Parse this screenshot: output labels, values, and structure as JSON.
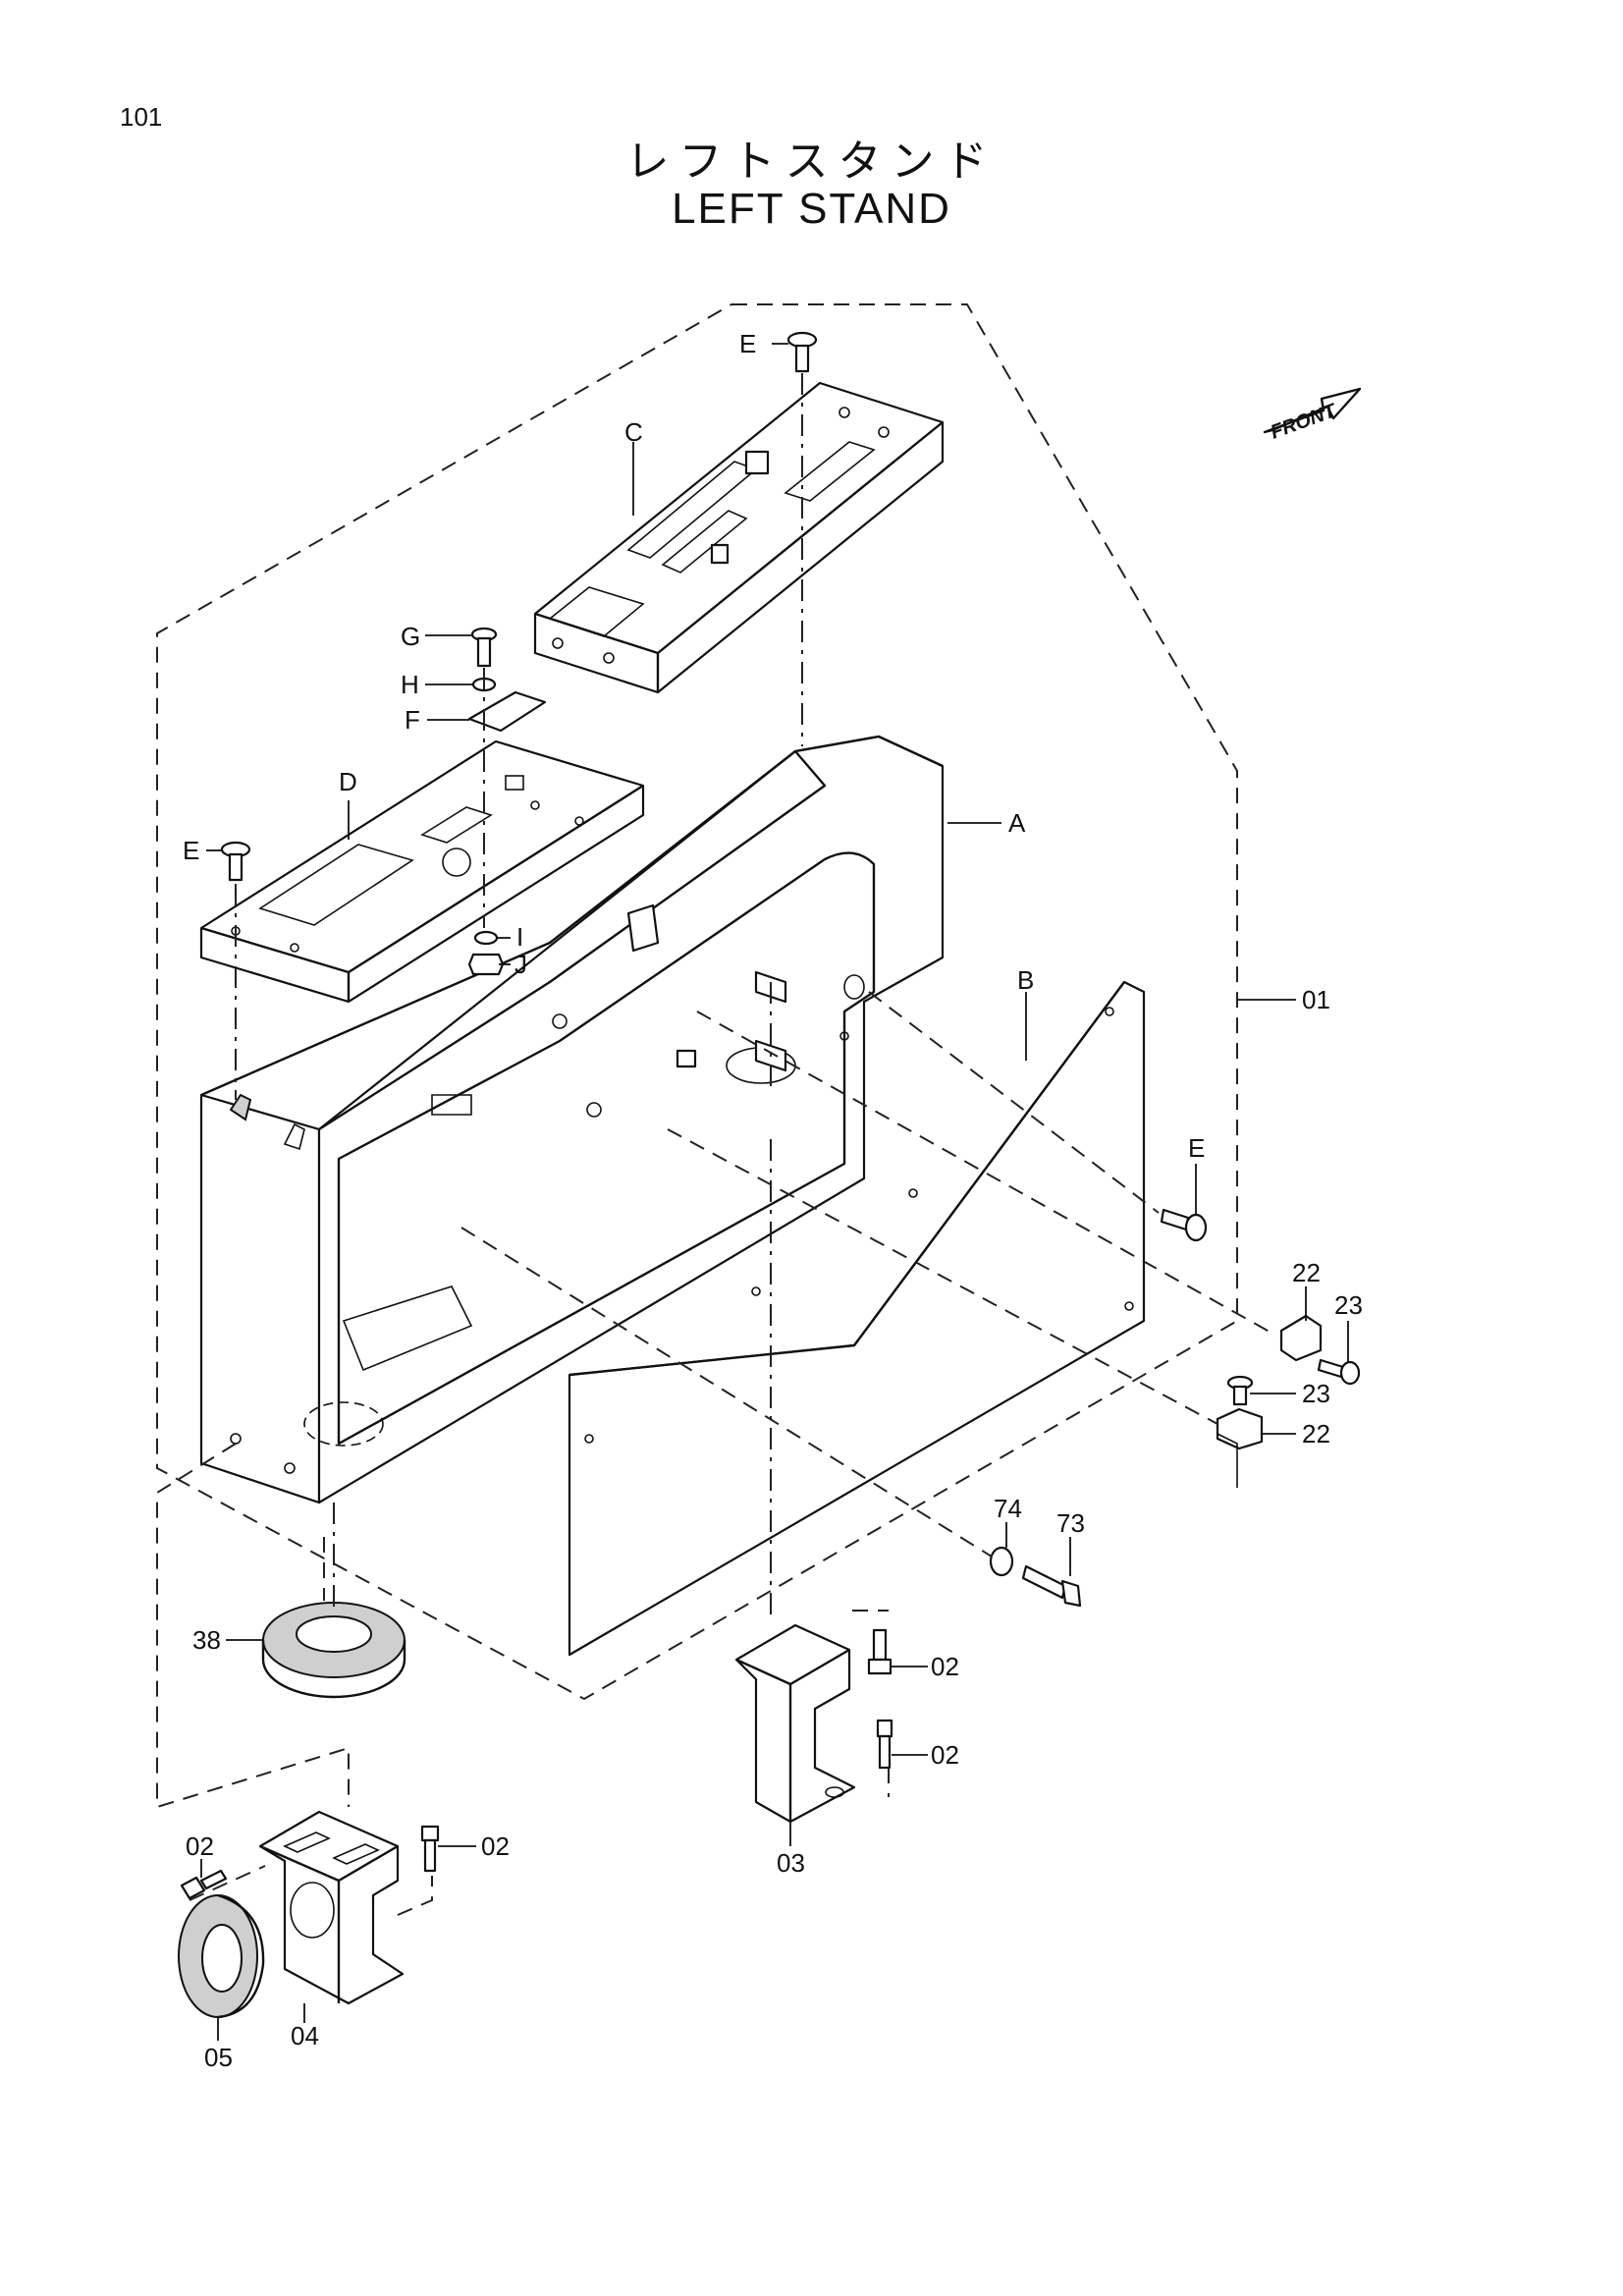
{
  "page": {
    "number": "101"
  },
  "title": {
    "japanese": "レフトスタンド",
    "english": "LEFT STAND"
  },
  "front_indicator": {
    "label": "FRONT",
    "icon": "front-arrow-icon"
  },
  "callouts": {
    "A": "A",
    "B": "B",
    "C": "C",
    "D": "D",
    "E_top": "E",
    "E_left": "E",
    "E_right": "E",
    "F": "F",
    "G": "G",
    "H": "H",
    "I": "I",
    "J": "J",
    "p01": "01",
    "p02_a": "02",
    "p02_b": "02",
    "p02_c": "02",
    "p02_d": "02",
    "p03": "03",
    "p04": "04",
    "p05": "05",
    "p22_a": "22",
    "p22_b": "22",
    "p23_a": "23",
    "p23_b": "23",
    "p38": "38",
    "p73": "73",
    "p74": "74"
  }
}
